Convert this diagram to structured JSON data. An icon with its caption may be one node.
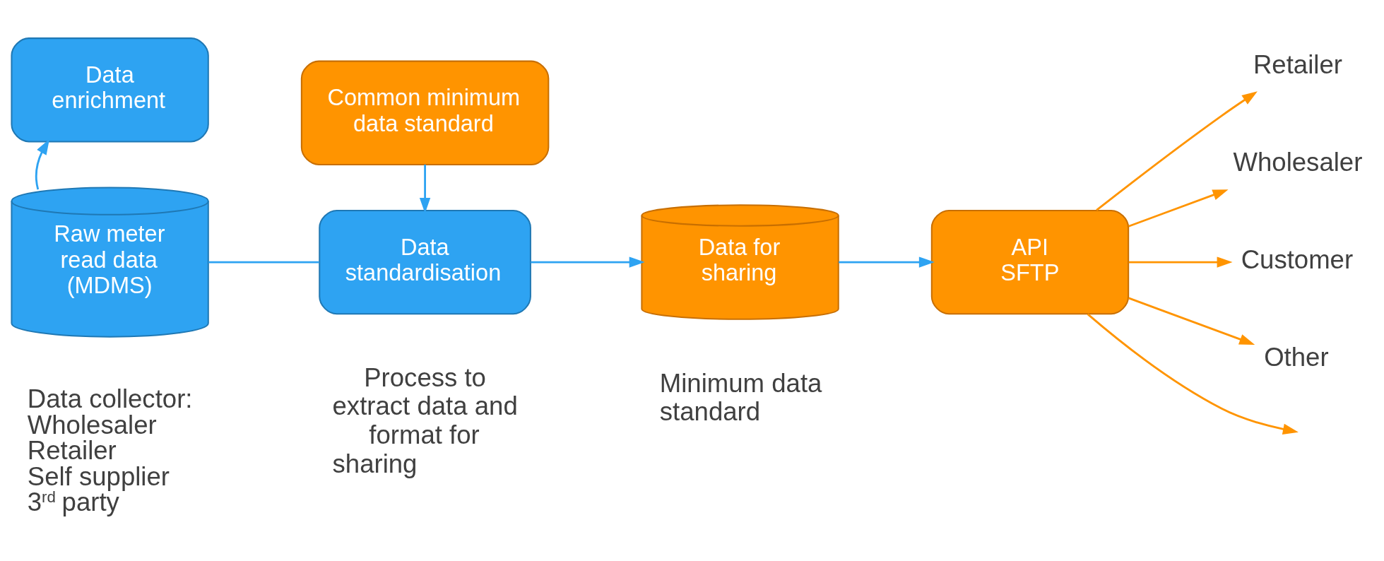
{
  "diagram": {
    "nodes": [
      {
        "text": [
          "Data enrichment"
        ]
      },
      {
        "text": [
          "Common minimum data standard"
        ]
      },
      {
        "text": [
          "Raw meter read data (MDMS)"
        ],
        "beside": [
          "Data collector:",
          "Wholesaler",
          "Retailer",
          "Self supplier",
          "3$^{rd}$ party"
        ]
      },
      {
        "text": [
          "Data standardisation"
        ],
        "beside": [
          "Process to extract data and format for sharing"
        ]
      },
      {
        "text": [
          "Data for sharing"
        ],
        "beside": [
          "Minimum data standard"
        ]
      },
      {
        "text": [
          "API",
          "SFTP"
        ]
      },
      {
        "text": [
          "Retailer"
        ]
      },
      {
        "text": [
          "Wholesaler"
        ]
      },
      {
        "text": [
          "Customer"
        ]
      },
      {
        "text": [
          "Other"
        ]
      }
    ],
    "edges": [
      {
        "from": 2,
        "to": 0,
        "arrow": "to",
        "color": "#2ea3f2"
      },
      {
        "from": 1,
        "to": 3,
        "arrow": "to",
        "color": "#2ea3f2"
      },
      {
        "from": 2,
        "to": 3,
        "arrow": "none",
        "color": "#2ea3f2"
      },
      {
        "from": 3,
        "to": 4,
        "arrow": "to",
        "color": "#2ea3f2"
      },
      {
        "from": 4,
        "to": 5,
        "arrow": "to",
        "color": "#2ea3f2"
      },
      {
        "from": 5,
        "to": 6,
        "arrow": "to",
        "color": "#ff9400"
      },
      {
        "from": 5,
        "to": 7,
        "arrow": "to",
        "color": "#ff9400"
      },
      {
        "from": 5,
        "to": 8,
        "arrow": "to",
        "color": "#ff9400"
      },
      {
        "from": 5,
        "to": null,
        "arrow": "to",
        "color": "#ff9400"
      },
      {
        "from": 5,
        "to": 9,
        "arrow": "to",
        "color": "#ff9400"
      }
    ]
  }
}
